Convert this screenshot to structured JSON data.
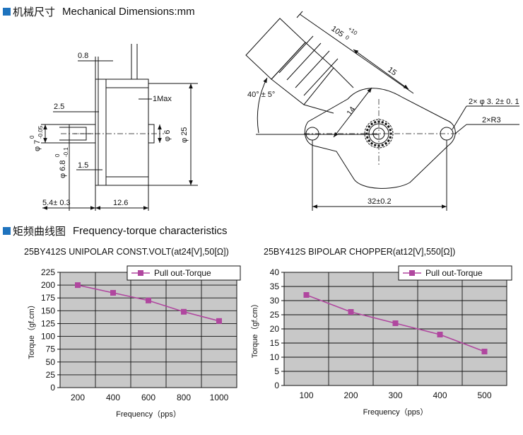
{
  "sections": {
    "mechanical": {
      "cn": "机械尺寸",
      "en": "Mechanical Dimensions:mm"
    },
    "frequency": {
      "cn": "矩频曲线图",
      "en": "Frequency-torque characteristics"
    }
  },
  "dims": {
    "d08": "0.8",
    "d1max": "1Max",
    "d25a": "2.5",
    "phi7": "φ 7",
    "phi7tol_top": "0",
    "phi7tol_bot": "-0.05",
    "phi68": "φ 6.8",
    "phi68tol_top": "0",
    "phi68tol_bot": "-0.1",
    "phi6": "φ 6",
    "phi25": "φ 25",
    "d15": "1.5",
    "d54": "5.4± 0.3",
    "d126": "12.6",
    "d105": "105",
    "d105tol_top": "+10",
    "d105tol_bot": "0",
    "angle": "40° ± 5°",
    "d15b": "15",
    "d14": "14",
    "holes": "2× φ 3. 2± 0. 1",
    "radius": "2×R3",
    "d32": "32±0.2"
  },
  "chart_data": [
    {
      "type": "line",
      "title": "25BY412S UNIPOLAR CONST.VOLT(at24[V],50[Ω])",
      "xlabel": "Frequency（pps）",
      "ylabel": "Torque（gf.cm）",
      "x": [
        200,
        400,
        600,
        800,
        1000
      ],
      "xticks": [
        "200",
        "400",
        "600",
        "800",
        "1000"
      ],
      "yticks": [
        "0",
        "25",
        "50",
        "75",
        "100",
        "125",
        "150",
        "175",
        "200",
        "225"
      ],
      "ylim": [
        0,
        225
      ],
      "series": [
        {
          "name": "Pull out-Torque",
          "values": [
            200,
            185,
            170,
            148,
            130
          ]
        }
      ],
      "color": "#b0479f",
      "grid": true,
      "legend": "top"
    },
    {
      "type": "line",
      "title": "25BY412S BIPOLAR CHOPPER(at12[V],550[Ω])",
      "xlabel": "Frequency（pps）",
      "ylabel": "Torque（gf.cm）",
      "x": [
        100,
        200,
        300,
        400,
        500
      ],
      "xticks": [
        "100",
        "200",
        "300",
        "400",
        "500"
      ],
      "yticks": [
        "0",
        "5",
        "10",
        "15",
        "20",
        "25",
        "30",
        "35",
        "40"
      ],
      "ylim": [
        0,
        40
      ],
      "series": [
        {
          "name": "Pull out-Torque",
          "values": [
            32,
            26,
            22,
            18,
            12
          ]
        }
      ],
      "color": "#b0479f",
      "grid": true,
      "legend": "top-right"
    }
  ]
}
